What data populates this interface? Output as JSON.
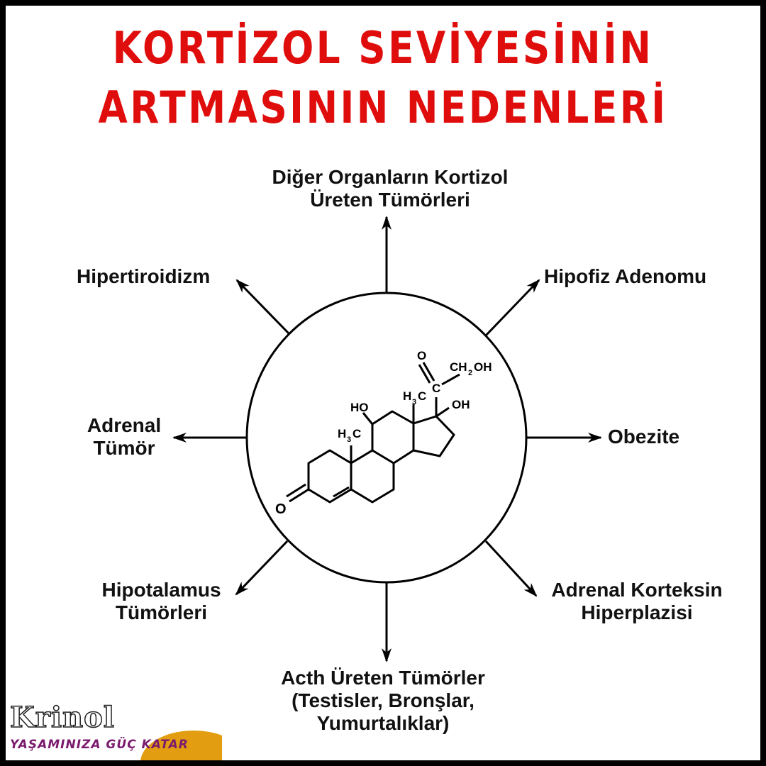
{
  "title": {
    "line1": "KORTİZOL SEVİYESİNİN",
    "line2": "ARTMASININ NEDENLERİ",
    "color": "#e00d0d"
  },
  "center": {
    "molecule": "cortisol-structure",
    "atoms": {
      "carbonyl_o_left": "O",
      "ho": "HO",
      "h3c_lower": "H",
      "h3c_lower_sub": "3",
      "h3c_lower_c": "C",
      "h3c_upper": "H",
      "h3c_upper_sub": "3",
      "h3c_upper_c": "C",
      "oh": "OH",
      "c_side": "C",
      "o_top": "O",
      "ch2oh_ch": "CH",
      "ch2oh_sub": "2",
      "ch2oh_oh": "OH"
    }
  },
  "causes": [
    {
      "id": "top",
      "lines": [
        "Diğer Organların Kortizol",
        "Üreten Tümörleri"
      ]
    },
    {
      "id": "upper-right",
      "lines": [
        "Hipofiz Adenomu"
      ]
    },
    {
      "id": "right",
      "lines": [
        "Obezite"
      ]
    },
    {
      "id": "lower-right",
      "lines": [
        "Adrenal Korteksin",
        "Hiperplazisi"
      ]
    },
    {
      "id": "bottom",
      "lines": [
        "Acth Üreten Tümörler",
        "(Testisler, Bronşlar,",
        "Yumurtalıklar)"
      ]
    },
    {
      "id": "lower-left",
      "lines": [
        "Hipotalamus",
        "Tümörleri"
      ]
    },
    {
      "id": "left",
      "lines": [
        "Adrenal",
        "Tümör"
      ]
    },
    {
      "id": "upper-left",
      "lines": [
        "Hipertiroidizm"
      ]
    }
  ],
  "logo": {
    "name": "Krinol",
    "slogan": "YAŞAMINIZA GÜÇ KATAR",
    "slogan_color": "#7a1b6e",
    "accent_color": "#e29d10"
  }
}
